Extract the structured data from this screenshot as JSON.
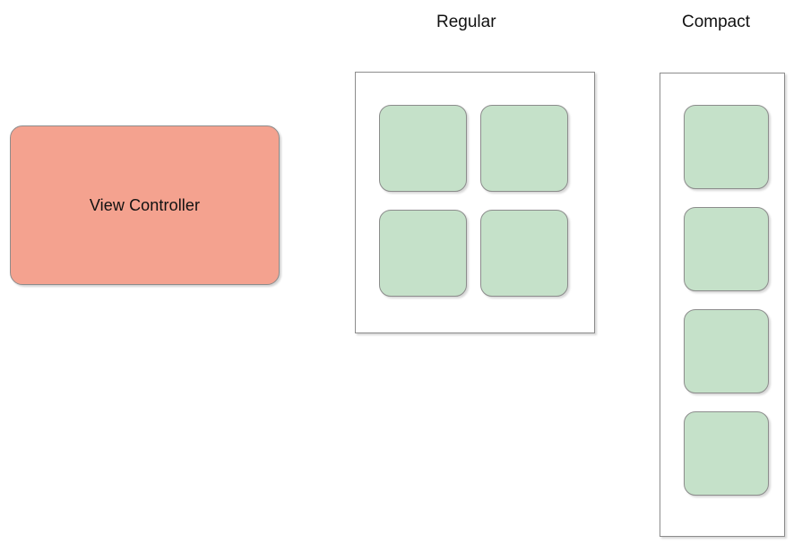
{
  "diagram": {
    "background_color": "#ffffff",
    "view_controller": {
      "label": "View Controller",
      "fill_color": "#f4a28f",
      "border_color": "#8c8c8c"
    },
    "size_classes": [
      {
        "caption": "Regular",
        "layout": "grid-2x2",
        "columns": 2,
        "rows": 2,
        "tile_count": 4,
        "tiles": [
          {
            "index": 1
          },
          {
            "index": 2
          },
          {
            "index": 3
          },
          {
            "index": 4
          }
        ]
      },
      {
        "caption": "Compact",
        "layout": "single-column",
        "columns": 1,
        "rows": 4,
        "tile_count": 4,
        "tiles": [
          {
            "index": 1
          },
          {
            "index": 2
          },
          {
            "index": 3
          },
          {
            "index": 4
          }
        ]
      }
    ],
    "tile_style": {
      "fill_color": "#c5e1c9",
      "border_color": "#8c8c8c"
    },
    "container_style": {
      "fill_color": "#ffffff",
      "border_color": "#8c8c8c"
    }
  }
}
